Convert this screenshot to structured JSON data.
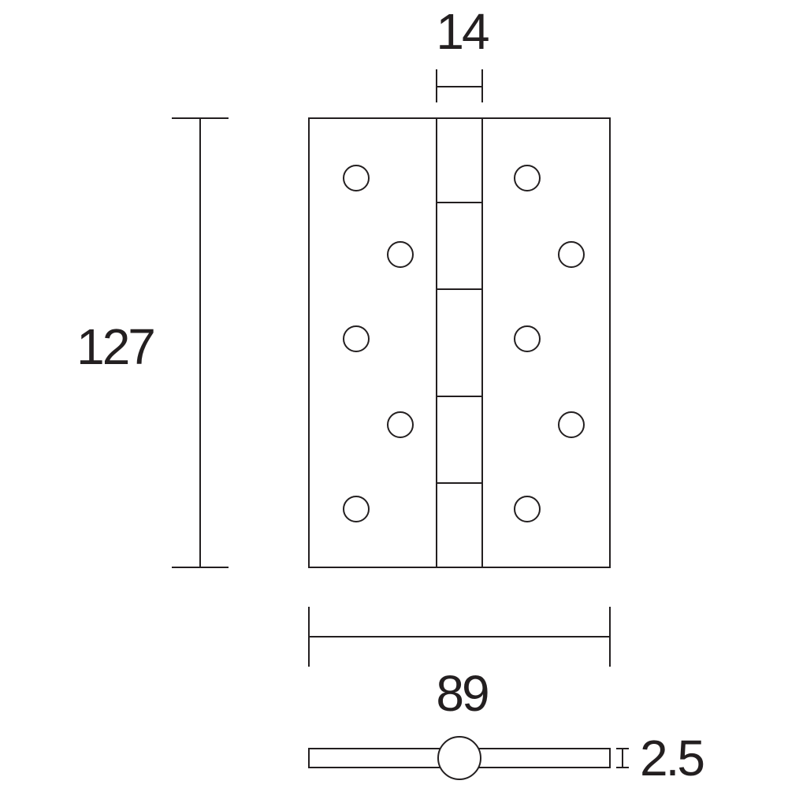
{
  "dimensions": {
    "knuckle_width": "14",
    "height": "127",
    "width": "89",
    "thickness": "2.5"
  },
  "colors": {
    "line": "#231f20",
    "background": "#ffffff"
  }
}
